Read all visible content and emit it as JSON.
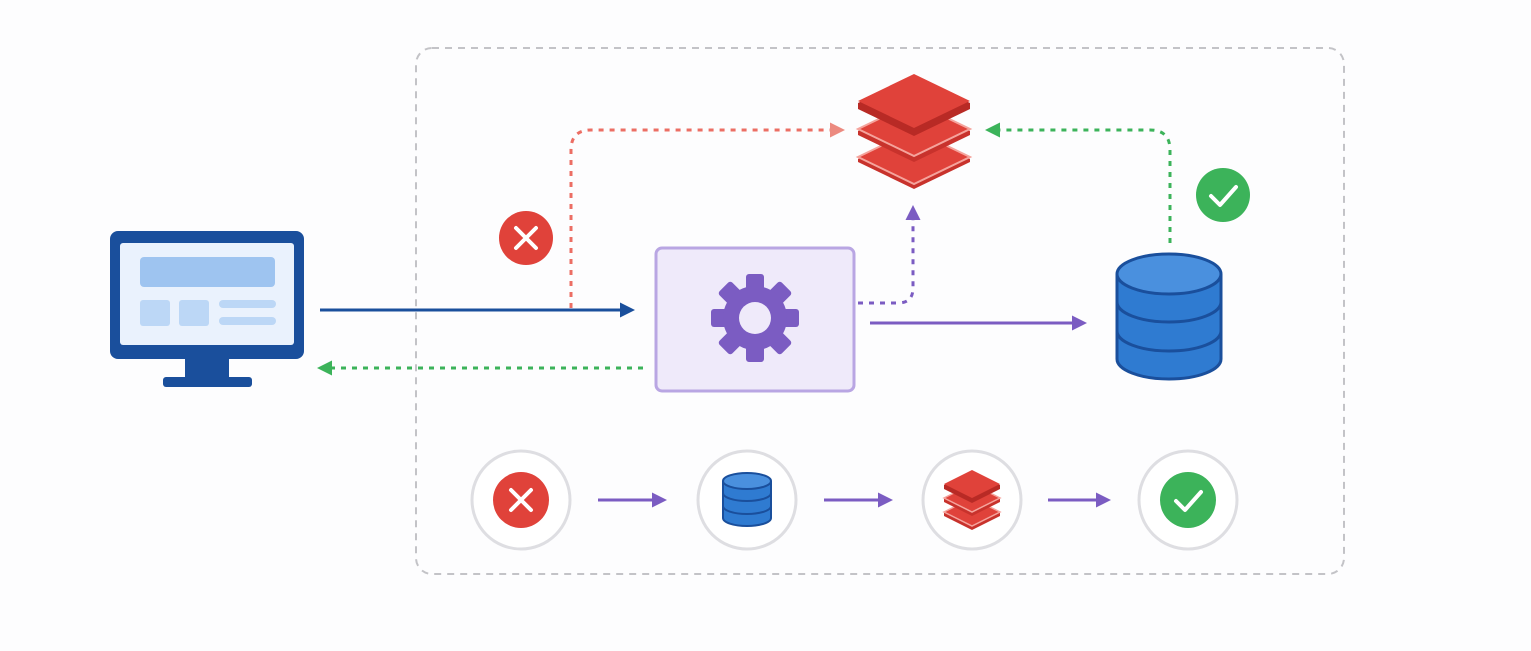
{
  "diagram": {
    "nodes": [
      {
        "id": "client",
        "icon": "monitor-icon"
      },
      {
        "id": "cache",
        "icon": "layers-stack-icon"
      },
      {
        "id": "service",
        "icon": "gear-icon"
      },
      {
        "id": "database",
        "icon": "database-icon"
      },
      {
        "id": "miss-marker",
        "icon": "x-circle-icon"
      },
      {
        "id": "hit-marker",
        "icon": "check-circle-icon"
      }
    ],
    "edges": [
      {
        "from": "client",
        "to": "service",
        "style": "solid",
        "color": "blue"
      },
      {
        "from": "service",
        "to": "client",
        "style": "dotted",
        "color": "green"
      },
      {
        "from": "client",
        "to": "cache",
        "style": "dotted",
        "color": "red"
      },
      {
        "from": "service",
        "to": "cache",
        "style": "dotted",
        "color": "purple"
      },
      {
        "from": "service",
        "to": "database",
        "style": "solid",
        "color": "purple"
      },
      {
        "from": "database",
        "to": "cache",
        "style": "dotted",
        "color": "green"
      }
    ],
    "legend_sequence": [
      "x-circle-icon",
      "database-icon",
      "layers-stack-icon",
      "check-circle-icon"
    ]
  },
  "colors": {
    "blue": "#1a4f9c",
    "blue_db": "#2f7bd1",
    "red": "#e0423a",
    "red_dotted": "#ec6e64",
    "green": "#3cb35a",
    "purple": "#7b5cc2",
    "purple_fill": "#efeafa",
    "purple_border": "#b9a6e3",
    "gray_dashed": "#c3c3c7",
    "gray_ring": "#dedee2"
  }
}
